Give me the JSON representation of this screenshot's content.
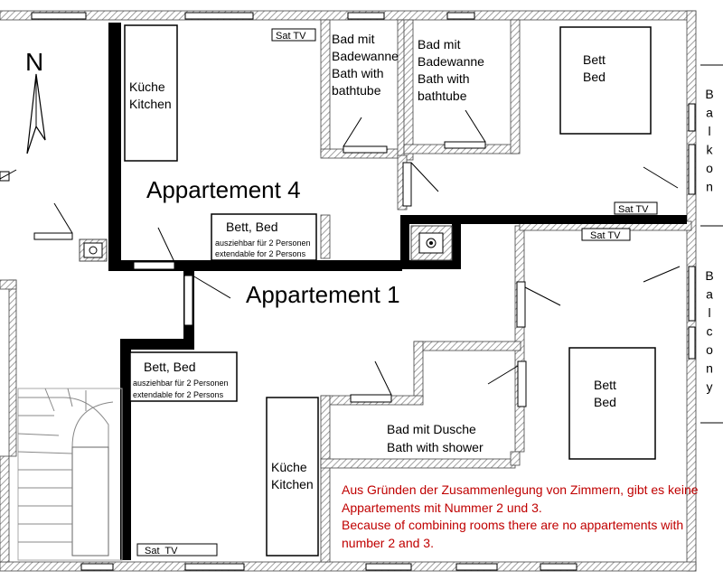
{
  "compass": {
    "letter": "N"
  },
  "apartments": {
    "a4": "Appartement 4",
    "a1": "Appartement 1"
  },
  "rooms": {
    "kitchen_top": [
      "Küche",
      "Kitchen"
    ],
    "kitchen_bottom": [
      "Küche",
      "Kitchen"
    ],
    "bath_tub_1": [
      "Bad mit",
      "Badewanne",
      "Bath with",
      "bathtube"
    ],
    "bath_tub_2": [
      "Bad mit",
      "Badewanne",
      "Bath with",
      "bathtube"
    ],
    "bed_top": [
      "Bett",
      "Bed"
    ],
    "bed_right": [
      "Bett",
      "Bed"
    ],
    "bath_shower": [
      "Bad mit Dusche",
      "Bath with shower"
    ]
  },
  "sofabeds": {
    "a4": {
      "title": "Bett, Bed",
      "line1": "ausziehbar für 2 Personen",
      "line2": "extendable for 2 Persons"
    },
    "a1": {
      "title": "Bett, Bed",
      "line1": "ausziehbar für 2 Personen",
      "line2": "extendable for 2 Persons"
    }
  },
  "sat_tv": [
    "Sat TV",
    "Sat TV",
    "Sat TV",
    "Sat  TV"
  ],
  "balconies": {
    "top": "Balkon",
    "bottom": "Balcony"
  },
  "note": [
    "Aus Gründen der Zusammenlegung von Zimmern, gibt es keine",
    "Appartements mit Nummer 2 und 3.",
    "Because of combining rooms there are no appartements with",
    "number 2 and 3."
  ],
  "colors": {
    "wall": "#000000",
    "hatch": "#888888",
    "note": "#c00000"
  }
}
